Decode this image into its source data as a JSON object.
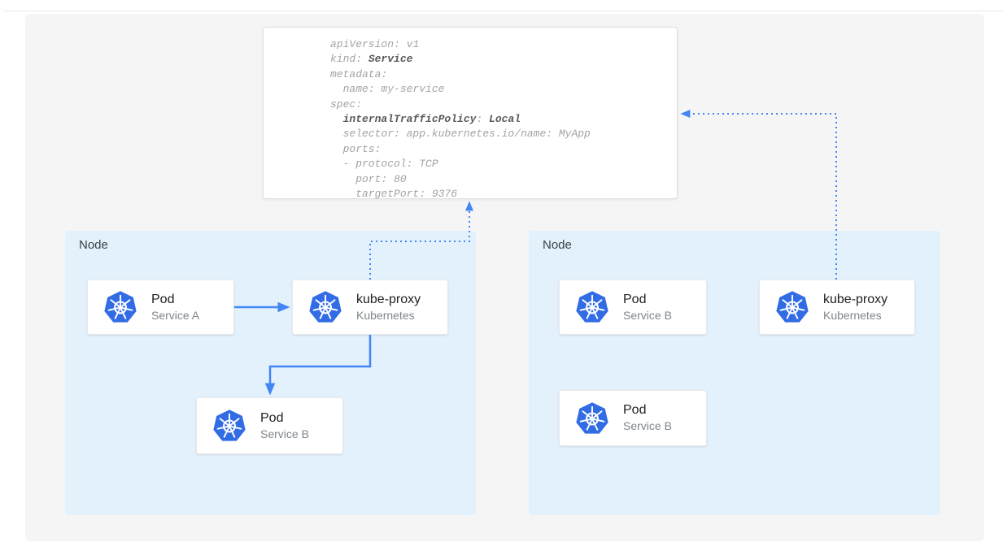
{
  "colors": {
    "accent": "#4285f4",
    "k8s_blue": "#326ce5",
    "panel_bg": "#f5f5f6",
    "node_bg": "#e3f1fc",
    "code_text": "#a3a3a3",
    "code_bold": "#5a5a5a"
  },
  "code_block": {
    "lines": [
      [
        {
          "t": "apiVersion: v1"
        }
      ],
      [
        {
          "t": "kind: "
        },
        {
          "t": "Service",
          "b": true
        }
      ],
      [
        {
          "t": "metadata:"
        }
      ],
      [
        {
          "t": "  name: my-service"
        }
      ],
      [
        {
          "t": "spec:"
        }
      ],
      [
        {
          "t": "  "
        },
        {
          "t": "internalTrafficPolicy",
          "b": true
        },
        {
          "t": ": "
        },
        {
          "t": "Local",
          "b": true
        }
      ],
      [
        {
          "t": "  selector: app.kubernetes.io/name: MyApp"
        }
      ],
      [
        {
          "t": "  ports:"
        }
      ],
      [
        {
          "t": "  - protocol: TCP"
        }
      ],
      [
        {
          "t": "    port: 80"
        }
      ],
      [
        {
          "t": "    targetPort: 9376"
        }
      ]
    ]
  },
  "nodes": [
    {
      "label": "Node",
      "cards": [
        {
          "title": "Pod",
          "subtitle": "Service A",
          "icon": "kubernetes-icon"
        },
        {
          "title": "kube-proxy",
          "subtitle": "Kubernetes",
          "icon": "kubernetes-icon"
        },
        {
          "title": "Pod",
          "subtitle": "Service B",
          "icon": "kubernetes-icon"
        }
      ]
    },
    {
      "label": "Node",
      "cards": [
        {
          "title": "Pod",
          "subtitle": "Service B",
          "icon": "kubernetes-icon"
        },
        {
          "title": "kube-proxy",
          "subtitle": "Kubernetes",
          "icon": "kubernetes-icon"
        },
        {
          "title": "Pod",
          "subtitle": "Service B",
          "icon": "kubernetes-icon"
        }
      ]
    }
  ]
}
